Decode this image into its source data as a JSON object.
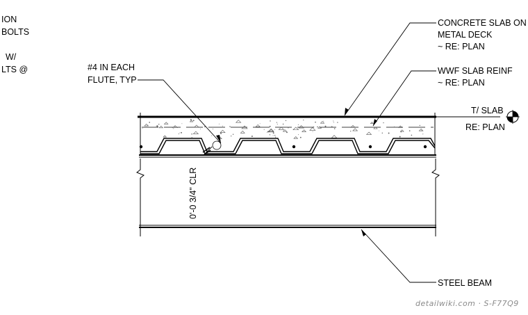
{
  "labels": {
    "cut_left_1": "ION",
    "cut_left_2": "BOLTS",
    "cut_left_3": "W/",
    "cut_left_4": "LTS @",
    "rebar_1": "#4 IN EACH",
    "rebar_2": "FLUTE, TYP",
    "slab_1": "CONCRETE SLAB ON",
    "slab_2": "METAL DECK",
    "slab_3": "~ RE: PLAN",
    "wwf_1": "WWF SLAB REINF",
    "wwf_2": "~ RE: PLAN",
    "tslab_1": "T/ SLAB",
    "tslab_2": "RE: PLAN",
    "clearance": "0'-0 3/4\" CLR",
    "beam": "STEEL BEAM"
  },
  "watermark": "detailwiki.com · S-F77Q9",
  "colors": {
    "line": "#000000",
    "watermark": "#8a8a8a"
  }
}
